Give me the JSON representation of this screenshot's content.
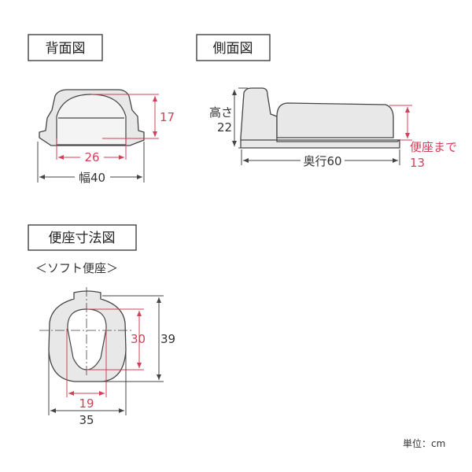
{
  "sections": {
    "back_view": {
      "title": "背面図",
      "dim_height": "17",
      "dim_inner_width": "26",
      "dim_width": "幅40"
    },
    "side_view": {
      "title": "側面図",
      "dim_height_label": "高さ",
      "dim_height_value": "22",
      "dim_depth": "奥行60",
      "dim_seat_label": "便座まで",
      "dim_seat_value": "13"
    },
    "seat_view": {
      "title": "便座寸法図",
      "subtitle": "＜ソフト便座＞",
      "dim_inner_length": "30",
      "dim_length": "39",
      "dim_inner_width": "19",
      "dim_width": "35"
    }
  },
  "unit_note": "単位：cm",
  "colors": {
    "accent": "#d2405a",
    "line": "#444444",
    "fill": "#e8e8e8"
  }
}
